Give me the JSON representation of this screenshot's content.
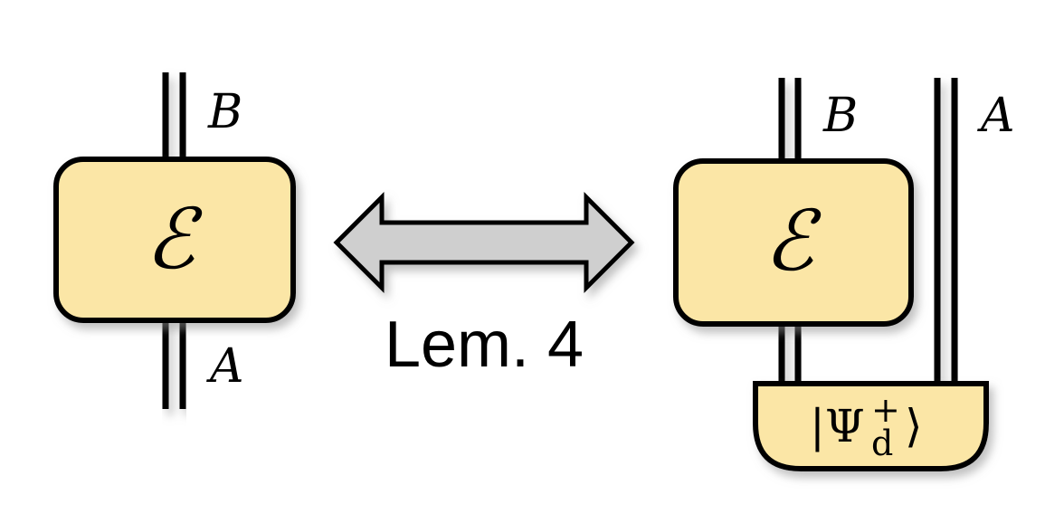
{
  "left_diagram": {
    "box_symbol": "ℰ",
    "output_label": "B",
    "input_label": "A"
  },
  "equivalence": {
    "label": "Lem. 4"
  },
  "right_diagram": {
    "box_symbol": "ℰ",
    "output_label_b": "B",
    "output_label_a": "A",
    "state": {
      "left": "|Ψ",
      "sup": "+",
      "sub": "d",
      "right": "⟩"
    }
  },
  "colors": {
    "box_fill": "#fbe6a6",
    "stroke": "#000000",
    "arrow_fill": "#cfcfcf",
    "shadow": "#9a9a9a"
  }
}
